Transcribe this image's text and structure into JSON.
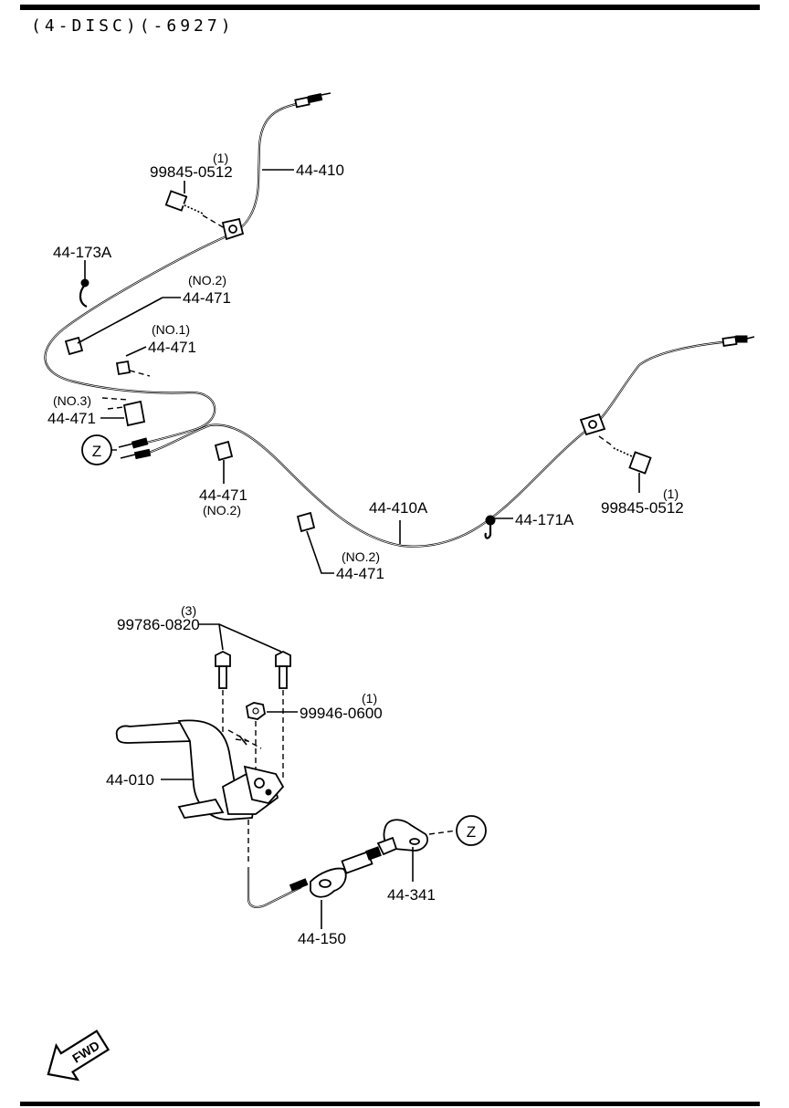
{
  "header": {
    "title": "(4-DISC)(-6927)"
  },
  "labels": {
    "bolt_qty_top": "(1)",
    "bolt_top": "99845-0512",
    "cable_front": "44-410",
    "hook_left": "44-173A",
    "clip_no2_a_note": "(NO.2)",
    "clip_no2_a": "44-471",
    "clip_no1_note": "(NO.1)",
    "clip_no1": "44-471",
    "clip_no3_note": "(NO.3)",
    "clip_no3": "44-471",
    "clip_no2_b": "44-471",
    "clip_no2_b_note": "(NO.2)",
    "cable_rear": "44-410A",
    "hook_right": "44-171A",
    "clip_no2_c_note": "(NO.2)",
    "clip_no2_c": "44-471",
    "bolt_qty_right": "(1)",
    "bolt_right": "99845-0512",
    "bolt_qty_lever": "(3)",
    "bolt_lever": "99786-0820",
    "nut_qty": "(1)",
    "nut": "99946-0600",
    "lever": "44-010",
    "equalizer": "44-341",
    "front_cable": "44-150",
    "ref_z": "Z",
    "fwd": "FWD"
  }
}
